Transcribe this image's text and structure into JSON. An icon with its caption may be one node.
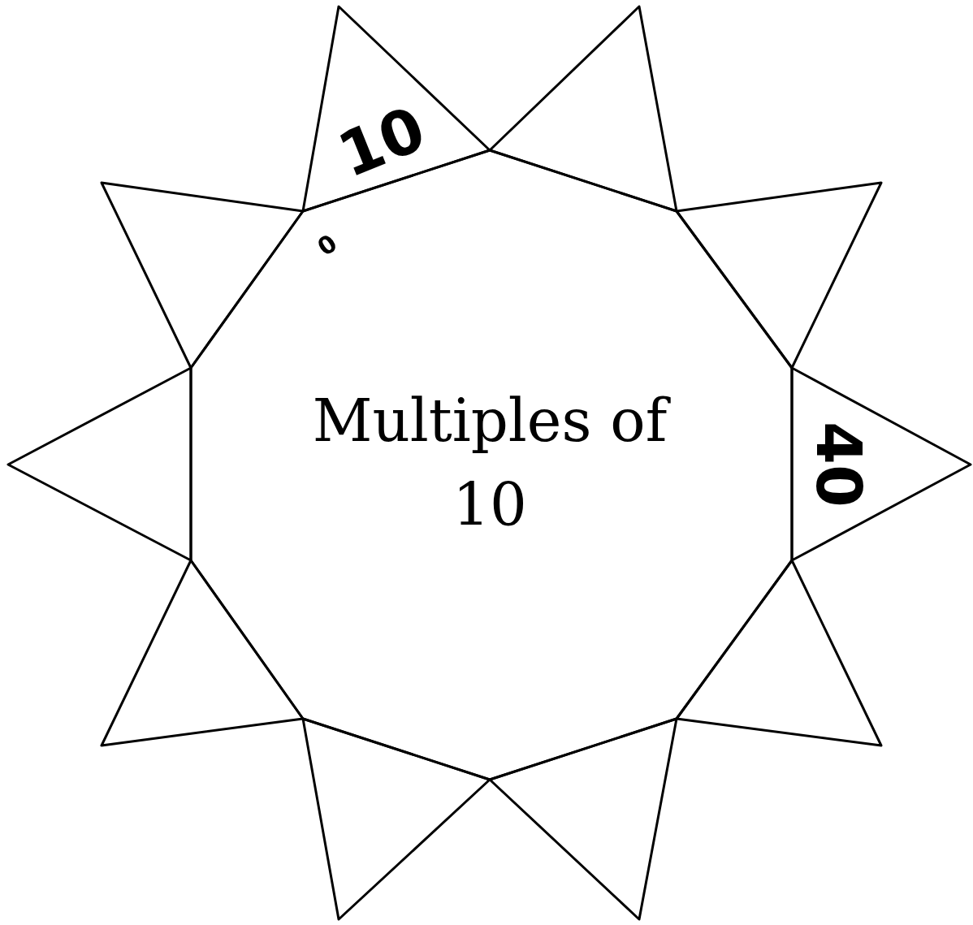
{
  "diagram": {
    "nodes": [
      {
        "text": [
          "Multiples of 10"
        ]
      },
      {
        "text": [
          "10"
        ]
      },
      {
        "text": [],
        "shape": "triangle"
      },
      {
        "text": [],
        "shape": "triangle"
      },
      {
        "text": [
          "40"
        ]
      },
      {
        "text": [],
        "shape": "triangle"
      },
      {
        "text": [],
        "shape": "triangle"
      },
      {
        "text": [],
        "shape": "triangle"
      },
      {
        "text": [],
        "shape": "triangle"
      },
      {
        "text": [],
        "shape": "triangle"
      },
      {
        "text": [],
        "shape": "triangle"
      }
    ],
    "labels": [
      "0"
    ]
  }
}
